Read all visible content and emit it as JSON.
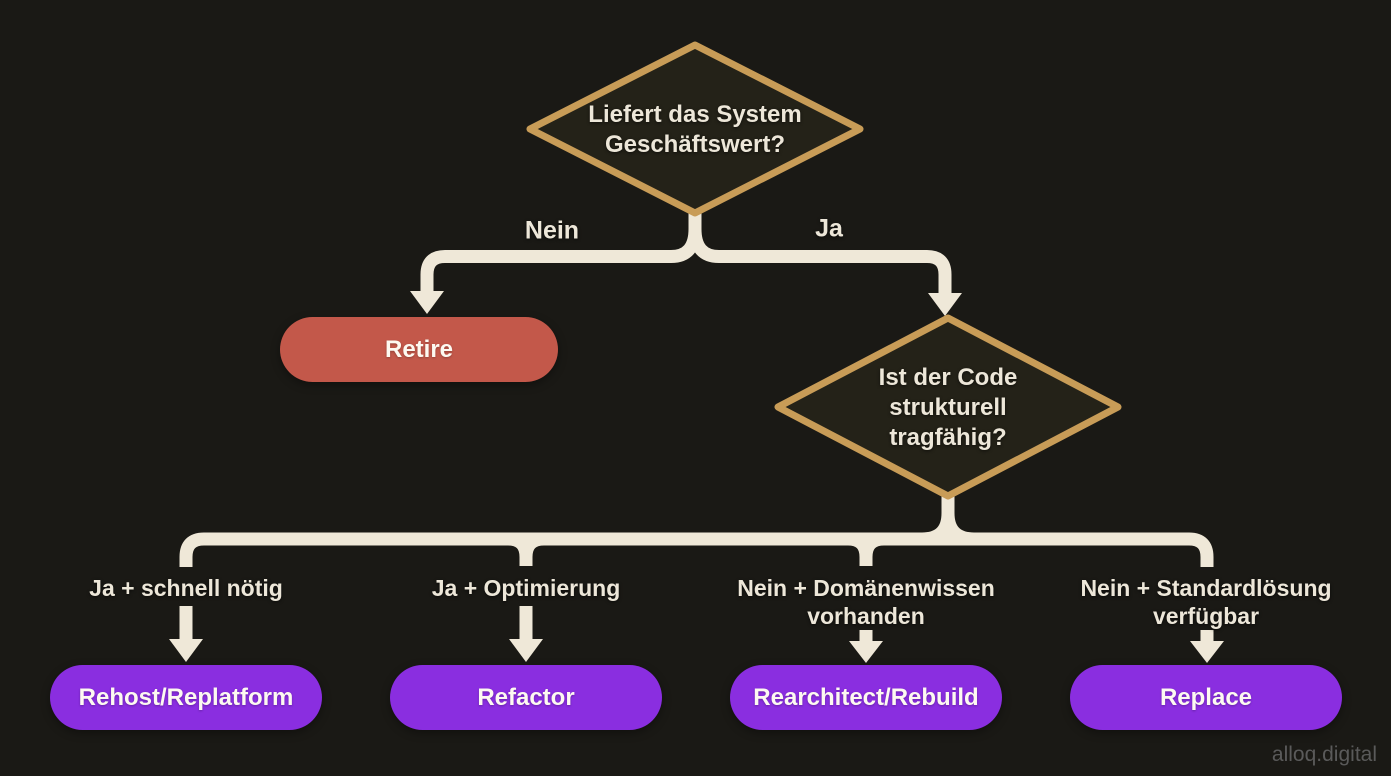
{
  "colors": {
    "background": "#1a1915",
    "connector": "#efe8d8",
    "diamond_border": "#c89c57",
    "diamond_fill": "#242218",
    "retire_fill": "#c3584a",
    "action_fill": "#8a2ee0",
    "box_text": "#fdf9f1",
    "label_text": "#ede7d9",
    "watermark_text": "#5a5a5a"
  },
  "decision1": {
    "lines": [
      "Liefert das System",
      "Geschäftswert?"
    ]
  },
  "decision2": {
    "lines": [
      "Ist der Code",
      "strukturell",
      "tragfähig?"
    ]
  },
  "edges": {
    "no_label": "Nein",
    "yes_label": "Ja"
  },
  "outcomes": {
    "retire": {
      "label": "Retire"
    },
    "branches": [
      {
        "condition_lines": [
          "Ja + schnell nötig"
        ],
        "action": "Rehost/Replatform"
      },
      {
        "condition_lines": [
          "Ja + Optimierung"
        ],
        "action": "Refactor"
      },
      {
        "condition_lines": [
          "Nein + Domänenwissen",
          "vorhanden"
        ],
        "action": "Rearchitect/Rebuild"
      },
      {
        "condition_lines": [
          "Nein + Standardlösung",
          "verfügbar"
        ],
        "action": "Replace"
      }
    ]
  },
  "watermark": "alloq.digital"
}
